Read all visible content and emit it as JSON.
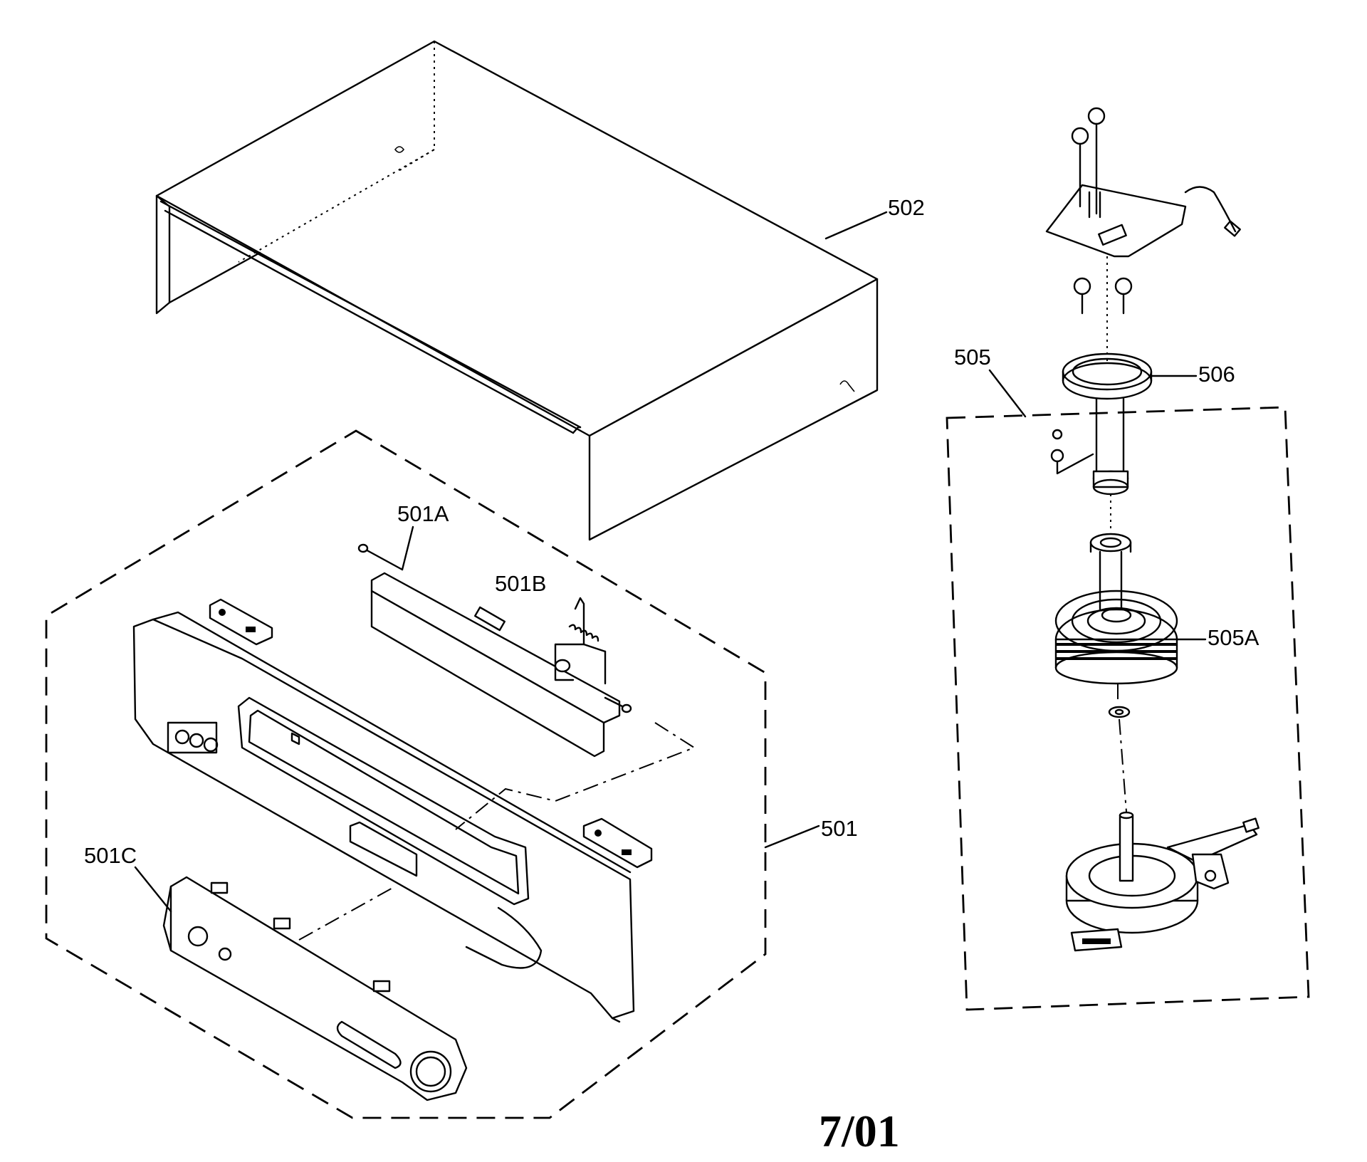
{
  "labels": {
    "cover": "502",
    "front_panel_assy": "501",
    "part_501A": "501A",
    "part_501B": "501B",
    "part_501C": "501C",
    "drum_assy": "505",
    "part_505A": "505A",
    "part_506": "506"
  },
  "page_number": "7/01",
  "icons": {
    "screw": "screw-icon",
    "connector": "connector-icon"
  }
}
